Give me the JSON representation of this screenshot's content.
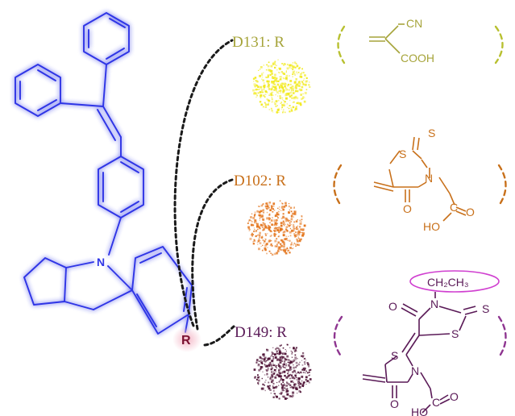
{
  "core": {
    "nitrogen": "N",
    "r_group": "R",
    "colors": {
      "core": "#2f35e6",
      "glow": "#9ea2ff",
      "r_glow": "#f4b9c8",
      "r_text": "#7a1030"
    }
  },
  "dyes": [
    {
      "label": "D131: R",
      "color": "#a6a43a",
      "dot_color": "#f2ea1e",
      "groups": {
        "cn": "CN",
        "cooh": "COOH"
      }
    },
    {
      "label": "D102: R",
      "color": "#c8701a",
      "dot_color": "#e4761e",
      "atoms": {
        "s_ring": "S",
        "s_thione": "S",
        "n": "N",
        "o_keto": "O",
        "o_acid": "O",
        "ho": "HO",
        "c_acid": "C"
      }
    },
    {
      "label": "D149: R",
      "color": "#5a1a57",
      "accent": "#8e3590",
      "highlight": "#d040d0",
      "dot_color": "#4a0c30",
      "atoms": {
        "ethyl": "CH₂CH₃",
        "n_top": "N",
        "s_top_ring": "S",
        "s_top_thione": "S",
        "o_top": "O",
        "s_bot": "S",
        "n_bot": "N",
        "o_bot": "O",
        "c_acid": "C",
        "o_acid": "O",
        "ho": "HO"
      }
    }
  ]
}
